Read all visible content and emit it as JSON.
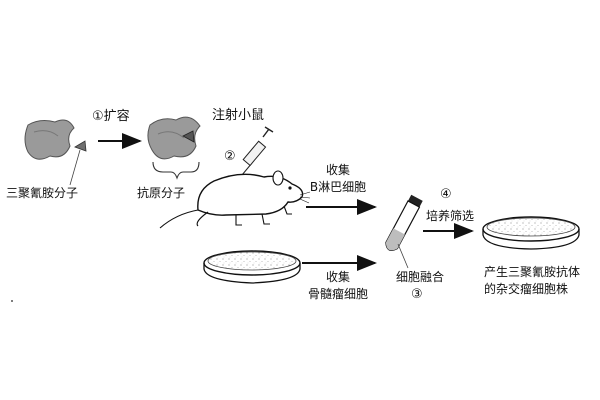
{
  "labels": {
    "melamine": "三聚氰胺分子",
    "antigen": "抗原分子",
    "step1": "①扩容",
    "inject": "注射小鼠",
    "step2": "②",
    "collect_b1": "收集",
    "collect_b2": "B淋巴细胞",
    "step4": "④",
    "screen": "培养筛选",
    "collect_m1": "收集",
    "collect_m2": "骨髓瘤细胞",
    "fusion": "细胞融合",
    "step3": "③",
    "result1": "产生三聚氰胺抗体",
    "result2": "的杂交瘤细胞株"
  },
  "icons": {
    "molecule": "molecule-icon",
    "syringe": "syringe-icon",
    "mouse": "mouse-icon",
    "test_tube": "test-tube-icon",
    "petri_dish": "petri-dish-icon"
  },
  "colors": {
    "ink": "#111111",
    "shade": "#8a8a8a",
    "light": "#dcdcdc"
  }
}
